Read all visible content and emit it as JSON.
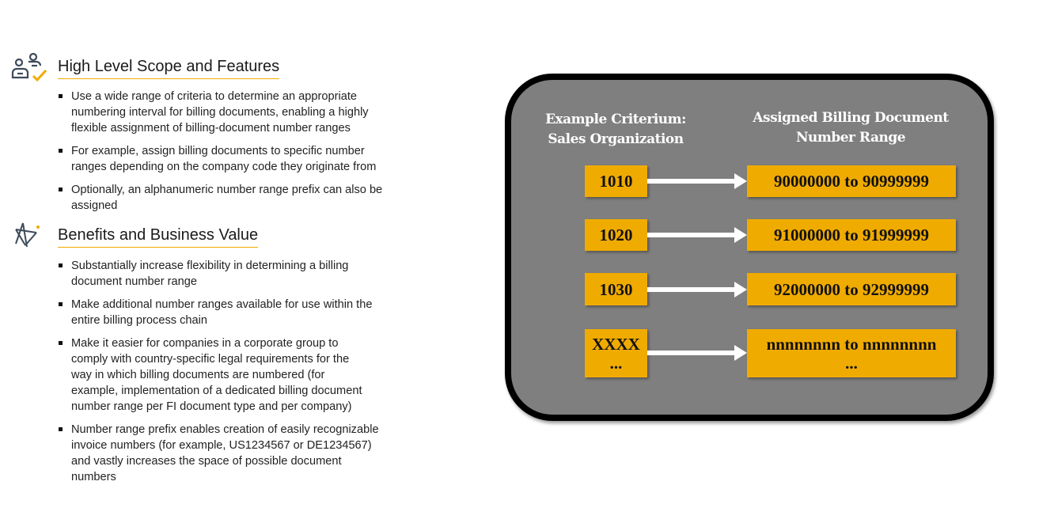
{
  "sections": [
    {
      "title": "High Level Scope and Features",
      "icon": "user-check-icon",
      "bullets": [
        "Use a wide range of criteria to determine an appropriate numbering interval for billing documents, enabling a highly flexible assignment of billing-document number ranges",
        "For example, assign billing documents to specific number ranges depending on the company code they originate from",
        "Optionally, an alphanumeric number range prefix can also be assigned"
      ]
    },
    {
      "title": "Benefits and Business Value",
      "icon": "star-network-icon",
      "bullets": [
        "Substantially increase flexibility in determining a billing document number range",
        "Make additional number ranges available for use within the entire billing process chain",
        "Make it easier for companies in a corporate group to comply with country-specific legal requirements for the way in which billing documents are numbered  (for example, implementation of a dedicated billing document number range per FI document type and per company)",
        "Number range prefix enables creation of easily recognizable invoice numbers (for example, US1234567 or DE1234567) and vastly increases the space of possible document numbers"
      ]
    }
  ],
  "diagram": {
    "left_header": [
      "Example Criterium:",
      "Sales Organization"
    ],
    "right_header": [
      "Assigned Billing Document",
      "Number Range"
    ],
    "rows": [
      {
        "org": "1010",
        "range": "90000000 to 90999999"
      },
      {
        "org": "1020",
        "range": "91000000 to 91999999"
      },
      {
        "org": "1030",
        "range": "92000000 to 92999999"
      },
      {
        "org": "XXXX",
        "org2": "...",
        "range": "nnnnnnnn to nnnnnnnn",
        "range2": "..."
      }
    ]
  },
  "colors": {
    "accent": "#f0ab00",
    "panel": "#7f7f7f"
  }
}
